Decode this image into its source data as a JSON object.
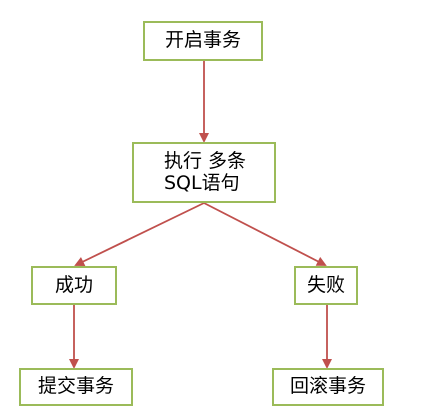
{
  "colors": {
    "node_border": "#9bbb59",
    "edge": "#c0504d",
    "text": "#000000",
    "background": "#ffffff"
  },
  "nodes": {
    "start": {
      "label": "开启事务"
    },
    "execute": {
      "line1": "执行 多条",
      "line2": "SQL语句"
    },
    "success": {
      "label": "成功"
    },
    "failure": {
      "label": "失败"
    },
    "commit": {
      "label": "提交事务"
    },
    "rollback": {
      "label": "回滚事务"
    }
  }
}
